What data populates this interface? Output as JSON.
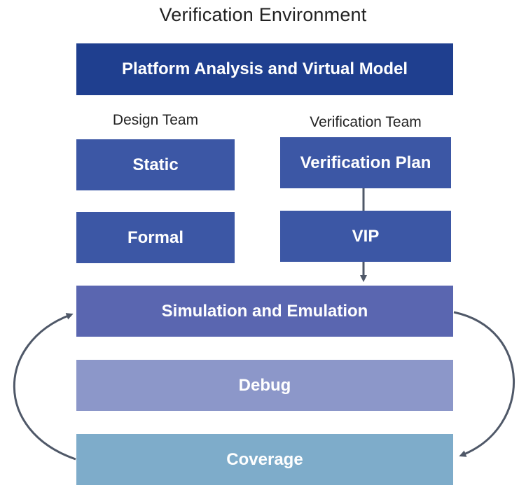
{
  "title": "Verification Environment",
  "platform": {
    "label": "Platform Analysis and Virtual Model",
    "color": "#1f3f8f"
  },
  "design_team": {
    "label": "Design Team",
    "items": [
      {
        "label": "Static",
        "color": "#3c57a5"
      },
      {
        "label": "Formal",
        "color": "#3c57a5"
      }
    ]
  },
  "verification_team": {
    "label": "Verification Team",
    "items": [
      {
        "label": "Verification Plan",
        "color": "#3c57a5"
      },
      {
        "label": "VIP",
        "color": "#3c57a5"
      }
    ]
  },
  "flow": {
    "simulation": {
      "label": "Simulation and Emulation",
      "color": "#5a66b0"
    },
    "debug": {
      "label": "Debug",
      "color": "#8c97c9"
    },
    "coverage": {
      "label": "Coverage",
      "color": "#7eacca"
    }
  },
  "colors": {
    "connector": "#4f5868"
  }
}
